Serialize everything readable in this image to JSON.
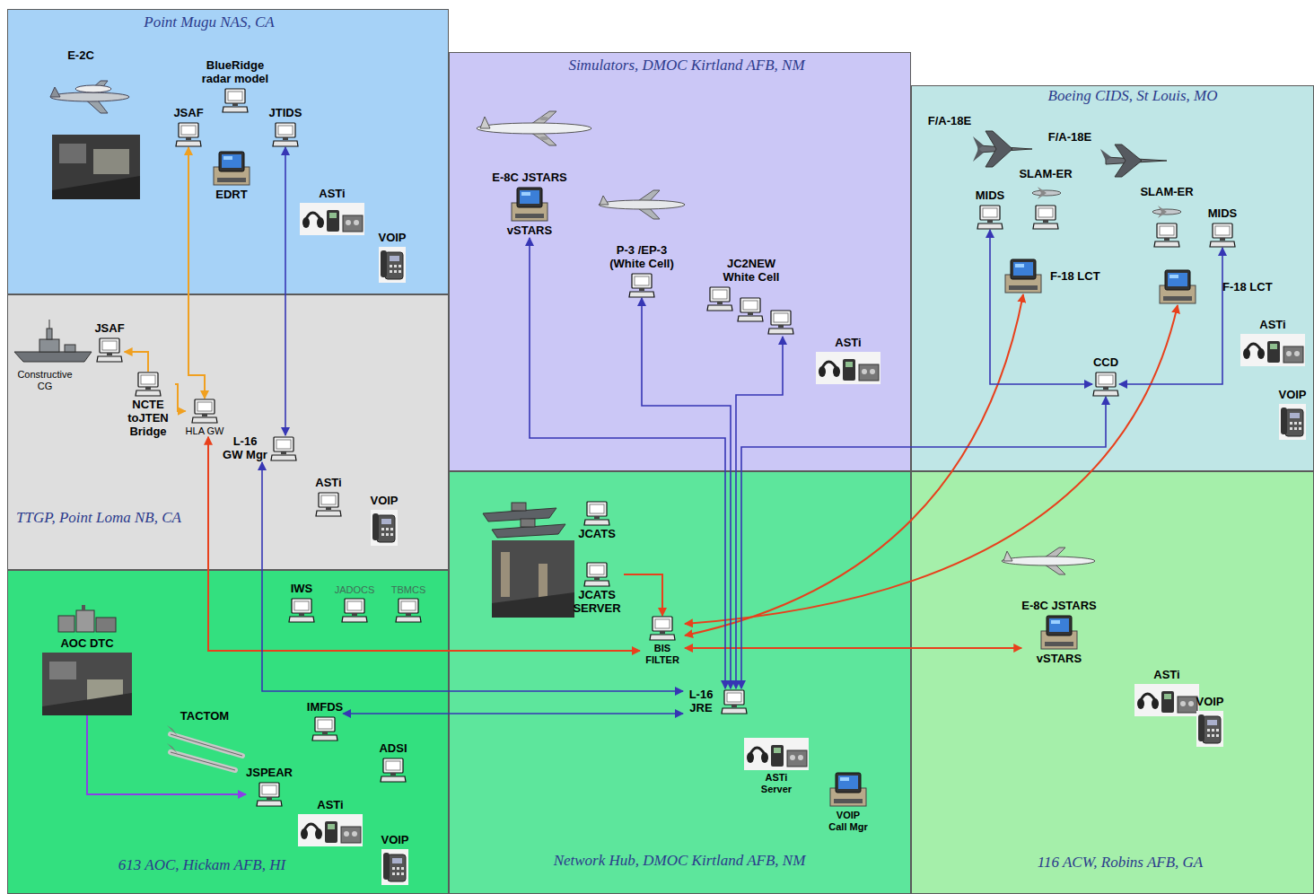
{
  "diagram": {
    "nodes": [
      {
        "text": [
          "Point Mugu NAS, CA"
        ]
      },
      {
        "text": [
          "JSAF"
        ],
        "in": 0
      },
      {
        "text": [
          "BlueRidge radar model"
        ],
        "in": 0
      },
      {
        "text": [
          "JTIDS"
        ],
        "in": 0
      },
      {
        "text": [
          "EDRT"
        ],
        "in": 0
      },
      {
        "text": [
          "ASTi"
        ],
        "in": 0
      },
      {
        "text": [
          "VOIP"
        ],
        "in": 0
      },
      {
        "text": [
          "Simulators, DMOC Kirtland AFB, NM"
        ]
      },
      {
        "text": [
          "E-8C JSTARS",
          "vSTARS"
        ],
        "in": 7
      },
      {
        "text": [
          "P-3 /EP-3 (White Cell)"
        ],
        "in": 7
      },
      {
        "text": [
          "JC2NEW White Cell"
        ],
        "in": 7
      },
      {
        "text": [
          "ASTi"
        ],
        "in": 7
      },
      {
        "text": [
          "Boeing CIDS, St Louis, MO"
        ]
      },
      {
        "text": [
          "MIDS"
        ],
        "in": 12
      },
      {
        "text": [
          "SLAM-ER"
        ],
        "in": 12
      },
      {
        "text": [
          "SLAM-ER"
        ],
        "in": 12
      },
      {
        "text": [
          "MIDS"
        ],
        "in": 12
      },
      {
        "text": [
          "F-18 LCT"
        ],
        "in": 12
      },
      {
        "text": [
          "F-18 LCT"
        ],
        "in": 12
      },
      {
        "text": [
          "CCD"
        ],
        "in": 12
      },
      {
        "text": [
          "ASTi"
        ],
        "in": 12
      },
      {
        "text": [
          "VOIP"
        ],
        "in": 12
      },
      {
        "text": [
          "TTGP, Point Loma NB, CA"
        ]
      },
      {
        "text": [
          "JSAF"
        ],
        "in": 22
      },
      {
        "text": [
          "NCTE toJTEN Bridge"
        ],
        "in": 22
      },
      {
        "text": [
          "HLA GW"
        ],
        "in": 22
      },
      {
        "text": [
          "L-16 GW Mgr"
        ],
        "in": 22
      },
      {
        "text": [
          "ASTi"
        ],
        "in": 22
      },
      {
        "text": [
          "VOIP"
        ],
        "in": 22
      },
      {
        "text": [
          "613 AOC, Hickam AFB, HI"
        ]
      },
      {
        "text": [
          "IWS"
        ],
        "in": 29
      },
      {
        "text": [
          "JADOCS"
        ],
        "in": 29
      },
      {
        "text": [
          "TBMCS"
        ],
        "in": 29
      },
      {
        "text": [
          "AOC DTC"
        ],
        "in": 29
      },
      {
        "text": [
          "IMFDS"
        ],
        "in": 29
      },
      {
        "text": [
          "ADSI"
        ],
        "in": 29
      },
      {
        "text": [
          "JSPEAR"
        ],
        "in": 29
      },
      {
        "text": [
          "ASTi"
        ],
        "in": 29
      },
      {
        "text": [
          "VOIP"
        ],
        "in": 29
      },
      {
        "text": [
          "Network Hub, DMOC Kirtland AFB, NM"
        ]
      },
      {
        "text": [
          "JCATS"
        ],
        "in": 39
      },
      {
        "text": [
          "JCATS SERVER"
        ],
        "in": 39
      },
      {
        "text": [
          "BIS FILTER"
        ],
        "in": 39
      },
      {
        "text": [
          "L-16 JRE"
        ],
        "in": 39
      },
      {
        "text": [
          "ASTi Server"
        ],
        "in": 39
      },
      {
        "text": [
          "VOIP Call Mgr"
        ],
        "in": 39
      },
      {
        "text": [
          "116 ACW, Robins AFB, GA"
        ]
      },
      {
        "text": [
          "E-8C JSTARS",
          "vSTARS"
        ],
        "in": 46
      },
      {
        "text": [
          "ASTi"
        ],
        "in": 46
      },
      {
        "text": [
          "VOIP"
        ],
        "in": 46
      }
    ],
    "edges": [
      {
        "from": 1,
        "to": 25,
        "arrow": "both"
      },
      {
        "from": 24,
        "to": 23,
        "arrow": "to"
      },
      {
        "from": 24,
        "to": 25,
        "arrow": "to"
      },
      {
        "from": 3,
        "to": 26,
        "arrow": "both"
      },
      {
        "from": 25,
        "to": 42,
        "arrow": "both"
      },
      {
        "from": 26,
        "to": 43,
        "arrow": "both"
      },
      {
        "from": 34,
        "to": 43,
        "arrow": "both"
      },
      {
        "from": 41,
        "to": 42,
        "arrow": "to"
      },
      {
        "from": 17,
        "to": 42,
        "arrow": "both"
      },
      {
        "from": 18,
        "to": 42,
        "arrow": "both"
      },
      {
        "from": 42,
        "to": 47,
        "arrow": "both"
      },
      {
        "from": 8,
        "to": 43,
        "arrow": "both"
      },
      {
        "from": 9,
        "to": 43,
        "arrow": "both"
      },
      {
        "from": 10,
        "to": 43,
        "arrow": "both"
      },
      {
        "from": 19,
        "to": 43,
        "arrow": "both"
      },
      {
        "from": 19,
        "to": 13,
        "arrow": "both"
      },
      {
        "from": 19,
        "to": 16,
        "arrow": "both"
      },
      {
        "from": 33,
        "to": 36,
        "arrow": "to"
      }
    ],
    "labels": [
      "E-2C",
      "Constructive CG",
      "F/A-18E",
      "F/A-18E",
      "TACTOM"
    ]
  }
}
